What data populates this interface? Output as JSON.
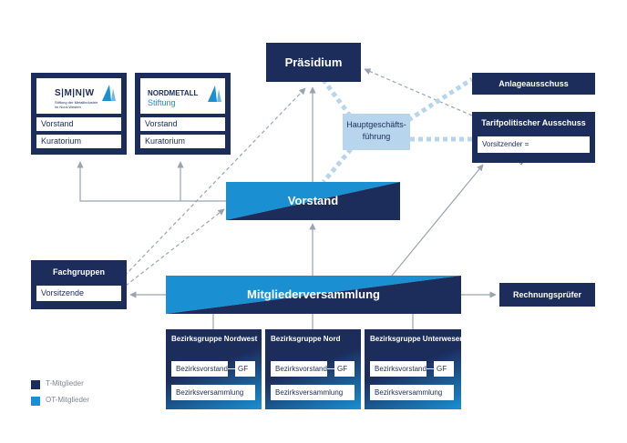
{
  "praesidium": "Präsidium",
  "hgf": {
    "line1": "Hauptgeschäfts-",
    "line2": "führung"
  },
  "anlageausschuss": "Anlageausschuss",
  "tarif": {
    "title": "Tarifpolitischer Ausschuss",
    "row": "Vorsitzender = Verhandlungsführer"
  },
  "smnw": {
    "logo_text": "S|M|N|W",
    "logo_sub1": "Stiftung der Metallindustrie",
    "logo_sub2": "im Nord-Westen",
    "rows": [
      "Vorstand",
      "Kuratorium"
    ]
  },
  "nordmetall": {
    "logo_line1": "NORDMETALL",
    "logo_line2": "Stiftung",
    "rows": [
      "Vorstand",
      "Kuratorium"
    ]
  },
  "vorstand": "Vorstand",
  "fachgruppen": {
    "title": "Fachgruppen",
    "row": "Vorsitzende"
  },
  "mitgliederversammlung": "Mitgliederversammlung",
  "rechnungspruefer": "Rechnungsprüfer",
  "bezirke": [
    {
      "title": "Bezirksgruppe Nordwest",
      "vorstand": "Bezirksvorstand",
      "gf": "GF",
      "versammlung": "Bezirksversammlung"
    },
    {
      "title": "Bezirksgruppe Nord",
      "vorstand": "Bezirksvorstand",
      "gf": "GF",
      "versammlung": "Bezirksversammlung"
    },
    {
      "title": "Bezirksgruppe Unterweser",
      "vorstand": "Bezirksvorstand",
      "gf": "GF",
      "versammlung": "Bezirksversammlung"
    }
  ],
  "legend": [
    {
      "label": "T-Mitglieder",
      "color": "#1c2c5b"
    },
    {
      "label": "OT-Mitglieder",
      "color": "#1a8fd1"
    }
  ],
  "colors": {
    "navy": "#1c2c5b",
    "blue": "#1a8fd1",
    "light_blue": "#b7d6ee",
    "connector": "#9aa4b1"
  }
}
